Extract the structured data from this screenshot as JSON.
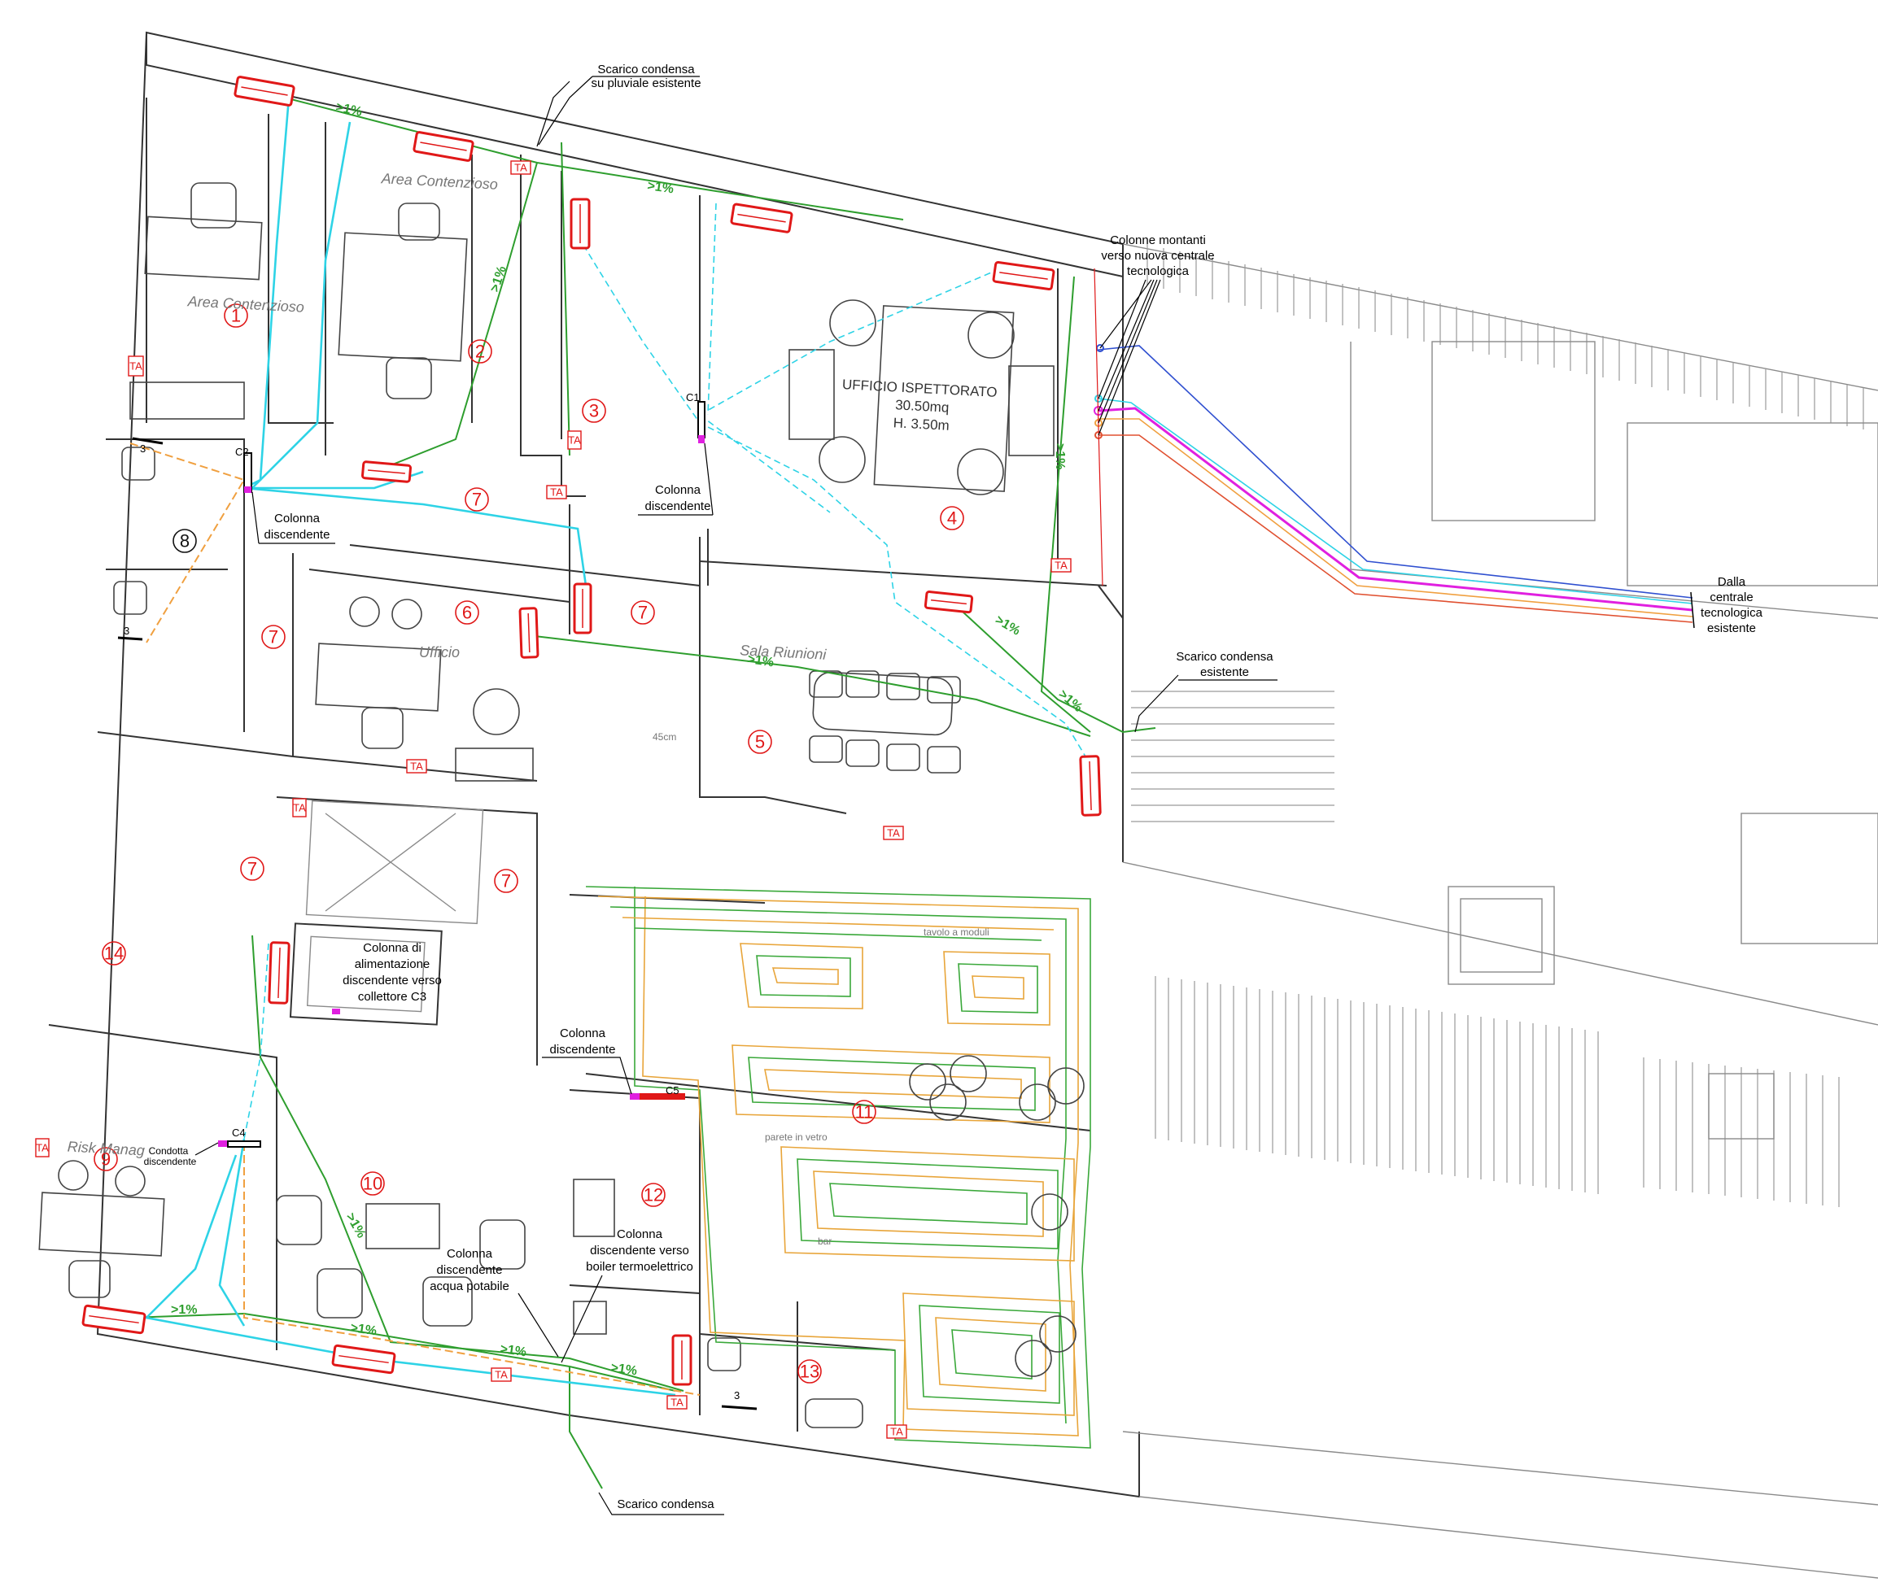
{
  "annotations": {
    "scarico_top": [
      "Scarico condensa",
      "su pluviale esistente"
    ],
    "colonne_montanti": [
      "Colonne montanti",
      "verso nuova centrale",
      "tecnologica"
    ],
    "dalla_centrale": [
      "Dalla",
      "centrale",
      "tecnologica",
      "esistente"
    ],
    "scarico_esistente": [
      "Scarico condensa",
      "esistente"
    ],
    "colonna_c2": [
      "Colonna",
      "discendente"
    ],
    "colonna_c1": [
      "Colonna",
      "discendente"
    ],
    "colonna_c3": [
      "Colonna di",
      "alimentazione",
      "discendente verso",
      "collettore C3"
    ],
    "colonna_c5": [
      "Colonna",
      "discendente"
    ],
    "condotta_c4": [
      "Condotta",
      "discendente"
    ],
    "colonna_acqua": [
      "Colonna",
      "discendente",
      "acqua potabile"
    ],
    "colonna_boiler": [
      "Colonna",
      "discendente verso",
      "boiler termoelettrico"
    ],
    "scarico_bottom": "Scarico condensa"
  },
  "room_labels": {
    "area_contenzioso_1": "Area Contenzioso",
    "area_contenzioso_2": "Area Contenzioso",
    "ufficio": "Ufficio",
    "sala_riunioni": "Sala Riunioni",
    "risk_manager": "Risk Manag",
    "ufficio_ispettorato": [
      "UFFICIO  ISPETTORATO",
      "30.50mq",
      "H. 3.50m"
    ],
    "dim_45": "45cm",
    "tavolo": "tavolo a moduli",
    "parete": "parete in vetro",
    "bar": "bar"
  },
  "room_numbers": [
    "1",
    "2",
    "3",
    "4",
    "5",
    "6",
    "7",
    "7",
    "7",
    "7",
    "7",
    "8",
    "9",
    "10",
    "11",
    "12",
    "13",
    "14"
  ],
  "codes": {
    "c1": "C1",
    "c2": "C2",
    "c4": "C4",
    "c5": "C5",
    "three": "3"
  },
  "ta_label": "TA",
  "slope_label": ">1%",
  "colors": {
    "supply": "#2ed3e6",
    "condensate": "#2e9e2e",
    "unit": "#e01818",
    "hot_water": "#f0a040",
    "riser": "#e020e0"
  }
}
